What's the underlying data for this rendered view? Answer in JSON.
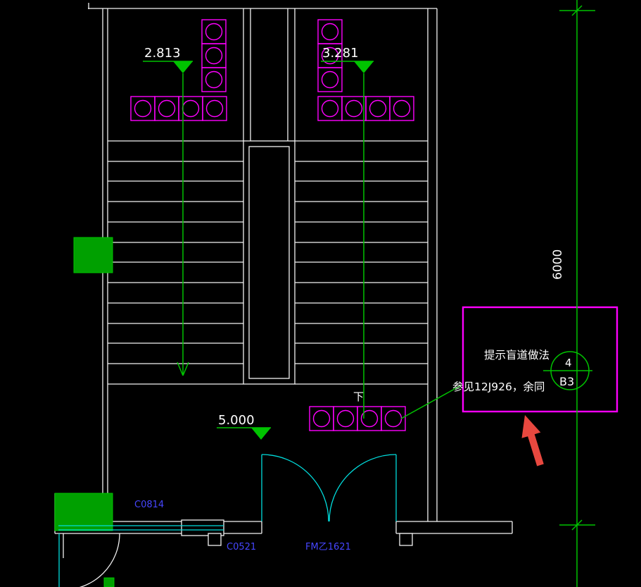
{
  "colors": {
    "bg": "#000000",
    "wall": "#F2F2F2",
    "magenta": "#FF00FF",
    "green": "#00C300",
    "green_fill": "#00A000",
    "cyan": "#00DCDC",
    "label": "#4646FF",
    "red": "#E8483F",
    "text": "#FFFFFF"
  },
  "plan": {
    "elevations": {
      "upper_left": "2.813",
      "upper_right": "3.281",
      "landing": "5.000"
    },
    "stair": {
      "direction_label": "下"
    },
    "dimensions": {
      "right_vertical": "6000"
    },
    "callout": {
      "line1": "提示盲道做法",
      "line2": "参见12J926，余同",
      "detail_number": "4",
      "detail_sheet": "B3"
    },
    "labels": {
      "window_1": "C0814",
      "window_2": "C0521",
      "door": "FM乙1621"
    }
  }
}
